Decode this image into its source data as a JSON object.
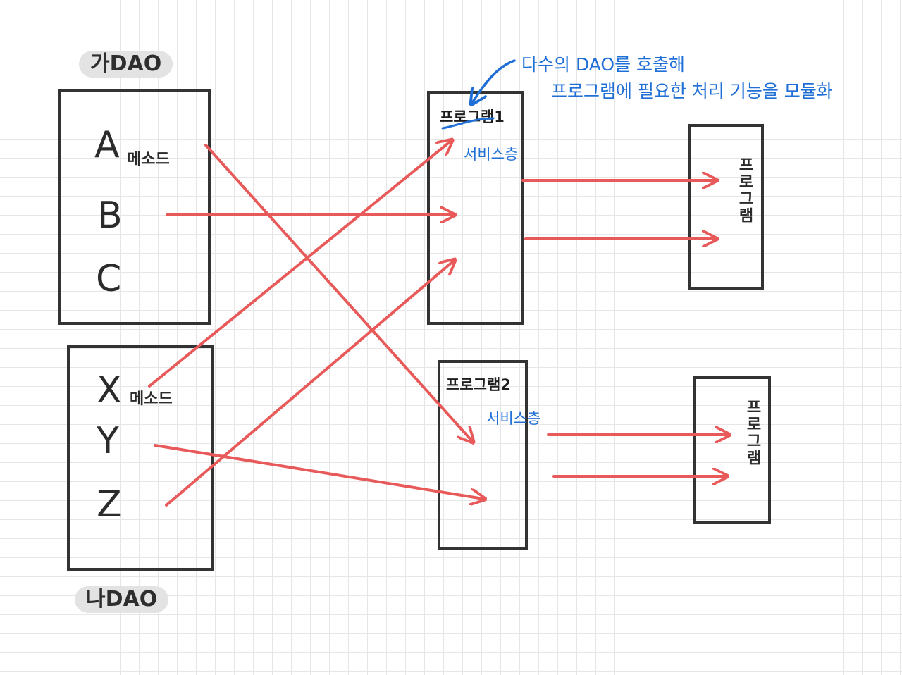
{
  "colors": {
    "arrow": "#e85a5a",
    "note": "#1f6fd6",
    "box_border": "#333333",
    "label_bg": "#e3e3e3"
  },
  "dao_ga": {
    "label": "가DAO",
    "methods": [
      "A",
      "B",
      "C"
    ],
    "method_suffix": "메소드"
  },
  "dao_na": {
    "label": "나DAO",
    "methods": [
      "X",
      "Y",
      "Z"
    ],
    "method_suffix": "메소드"
  },
  "program1": {
    "title": "프로그램1",
    "service": "서비스층"
  },
  "program2": {
    "title": "프로그램2",
    "service": "서비스층"
  },
  "output1": {
    "label": "프로그램"
  },
  "output2": {
    "label": "프로그램"
  },
  "note": {
    "line1": "다수의 DAO를 호출해",
    "line2": "프로그램에 필요한 처리 기능을 모듈화"
  }
}
